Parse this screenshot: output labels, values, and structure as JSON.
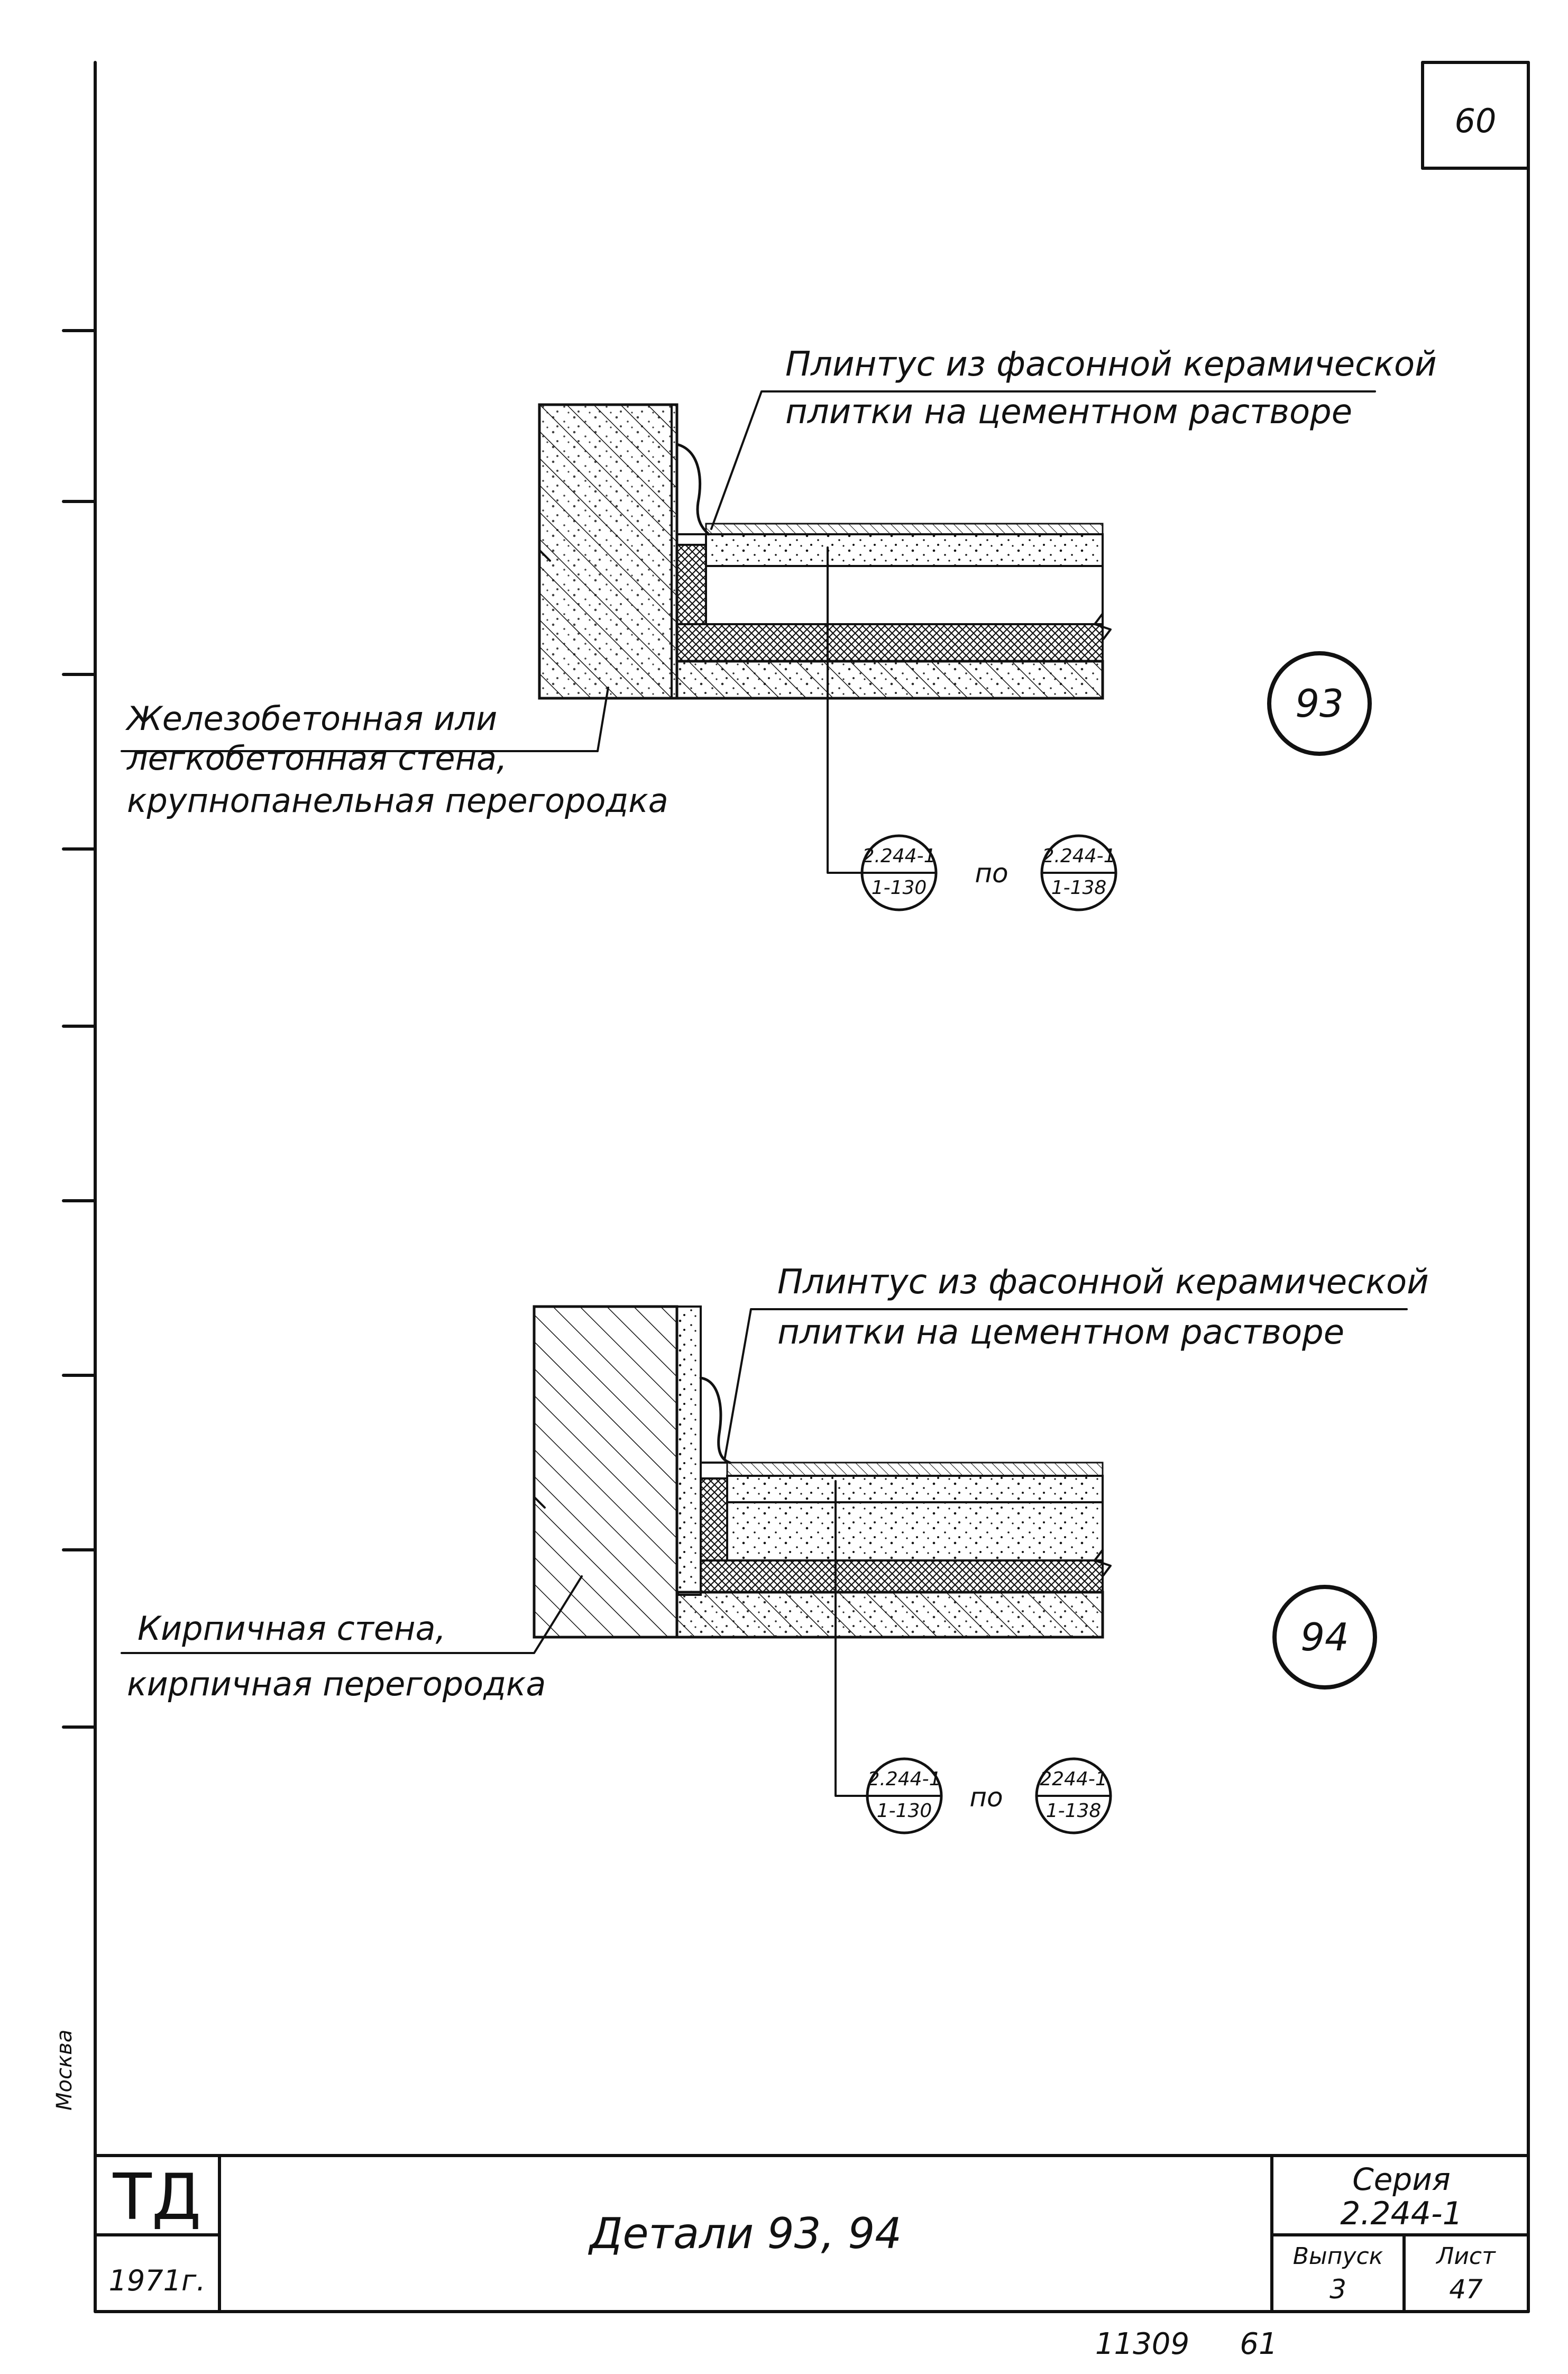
{
  "sheet": {
    "sheet_number": "60",
    "bottom_number_left": "11309",
    "bottom_number_right": "61"
  },
  "detail_93": {
    "label": "93",
    "leader_top_line1": "Плинтус из фасонной керамической",
    "leader_top_line2": "плитки на цементном растворе",
    "wall_line1": "Железобетонная или",
    "wall_line2": "легкобетонная стена,",
    "wall_line3": "крупнопанельная перегородка",
    "ref_a_top": "2.244-1",
    "ref_a_bottom": "1-130",
    "ref_between": "по",
    "ref_b_top": "2.244-1",
    "ref_b_bottom": "1-138"
  },
  "detail_94": {
    "label": "94",
    "leader_top_line1": "Плинтус из фасонной керамической",
    "leader_top_line2": "плитки на цементном растворе",
    "wall_line1": "Кирпичная стена,",
    "wall_line2": "кирпичная перегородка",
    "ref_a_top": "2.244-1",
    "ref_a_bottom": "1-130",
    "ref_between": "по",
    "ref_b_top": "2244-1",
    "ref_b_bottom": "1-138"
  },
  "title_block": {
    "logo": "ТД",
    "year": "1971г.",
    "title": "Детали 93, 94",
    "series_label": "Серия",
    "series_value": "2.244-1",
    "issue_label": "Выпуск",
    "issue_value": "3",
    "sheet_label": "Лист",
    "sheet_value": "47"
  },
  "side_stamp": "Москва"
}
